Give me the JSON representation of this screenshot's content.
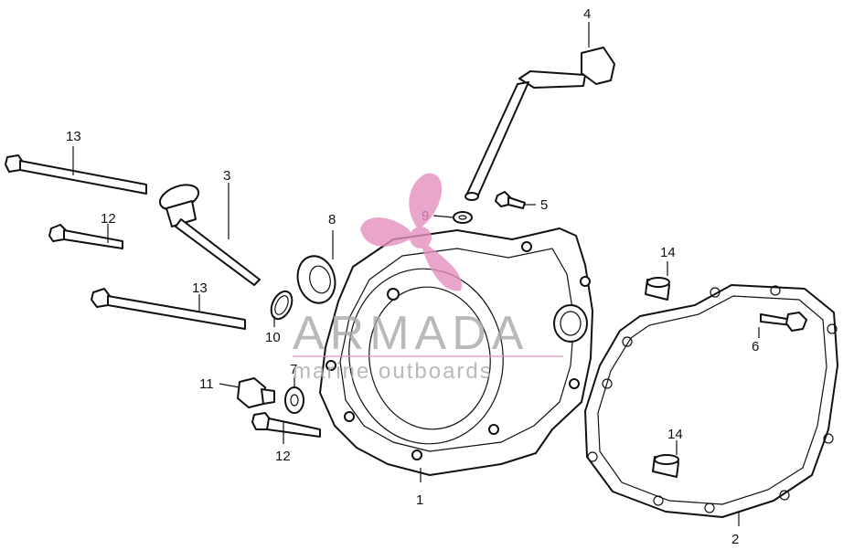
{
  "callouts": {
    "c1": "1",
    "c2": "2",
    "c3": "3",
    "c4": "4",
    "c5": "5",
    "c6": "6",
    "c7": "7",
    "c8": "8",
    "c9": "9",
    "c10": "10",
    "c11": "11",
    "c12a": "12",
    "c12b": "12",
    "c13a": "13",
    "c13b": "13",
    "c14a": "14",
    "c14b": "14"
  },
  "watermark": {
    "brand": "ARMADA",
    "tagline": "marine outboards",
    "logo_color": "#e58fc0",
    "text_color": "#a8a8a8"
  }
}
